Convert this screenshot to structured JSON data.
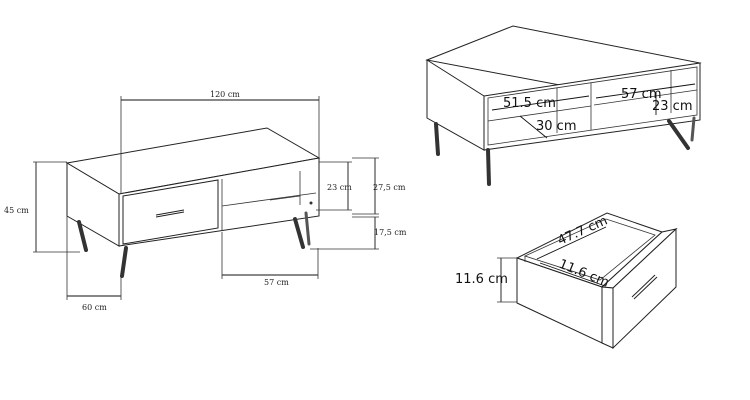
{
  "diagram": {
    "front_view": {
      "width_label": "120 cm",
      "height_label": "45 cm",
      "depth_label": "60 cm",
      "shelf_width_label": "57 cm",
      "inner_height_label": "23 cm",
      "compartment_height_label": "27,5 cm",
      "leg_height_label": "17,5 cm"
    },
    "top_view": {
      "left_width_label": "51.5 cm",
      "right_width_label": "57 cm",
      "depth_label": "30 cm",
      "height_label": "23 cm"
    },
    "drawer_view": {
      "width_label": "47.7 cm",
      "depth_label": "11.6 cm",
      "height_label": "11.6 cm"
    }
  }
}
